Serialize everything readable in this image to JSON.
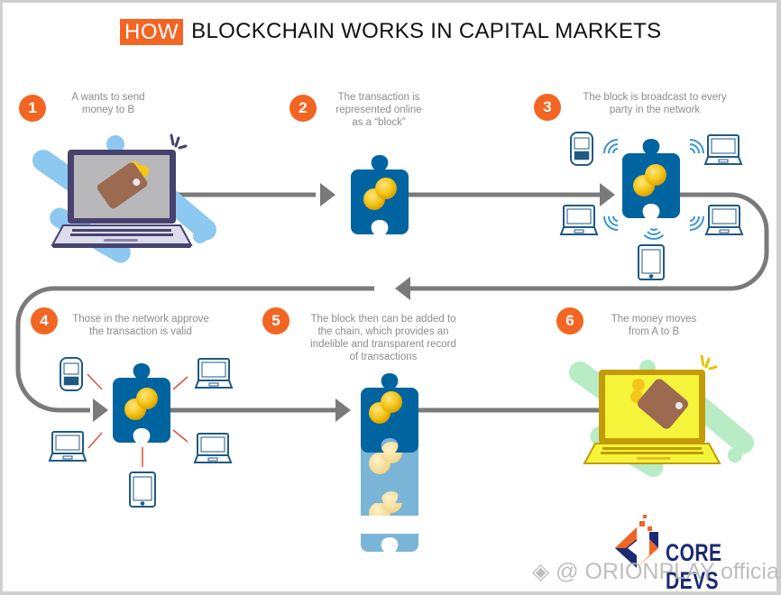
{
  "title": {
    "highlight": "HOW",
    "rest": "BLOCKCHAIN WORKS IN CAPITAL MARKETS"
  },
  "colors": {
    "accent": "#f26522",
    "block": "#0064a0",
    "block_faded": "#7ab4d6",
    "arrow": "#7a7a7a",
    "coin": "#f5c518",
    "laptop_frame": "#47426e",
    "laptop_yellow": "#f4f43a",
    "blob_blue": "#8cc8f0",
    "blob_green": "#b8ecc4",
    "logo_navy": "#1b2a72"
  },
  "steps": [
    {
      "number": "1",
      "caption": "A wants to send\nmoney to B",
      "illustration": "laptop-with-wallet"
    },
    {
      "number": "2",
      "caption": "The transaction is\nrepresented online\nas a “block”",
      "illustration": "puzzle-block-with-coins"
    },
    {
      "number": "3",
      "caption": "The block is broadcast to every\nparty in the network",
      "illustration": "block-broadcast-to-devices"
    },
    {
      "number": "4",
      "caption": "Those in the network approve\nthe transaction is valid",
      "illustration": "devices-approve-block"
    },
    {
      "number": "5",
      "caption": "The block then can be added to\nthe chain, which provides an\nindelible and transparent record\nof transactions",
      "illustration": "block-chain-stack"
    },
    {
      "number": "6",
      "caption": "The money moves\nfrom A to B",
      "illustration": "laptop-receives-wallet"
    }
  ],
  "logo": {
    "text": "CORE DEVS"
  },
  "watermark": {
    "text": "@ ORIONPLAY official"
  }
}
